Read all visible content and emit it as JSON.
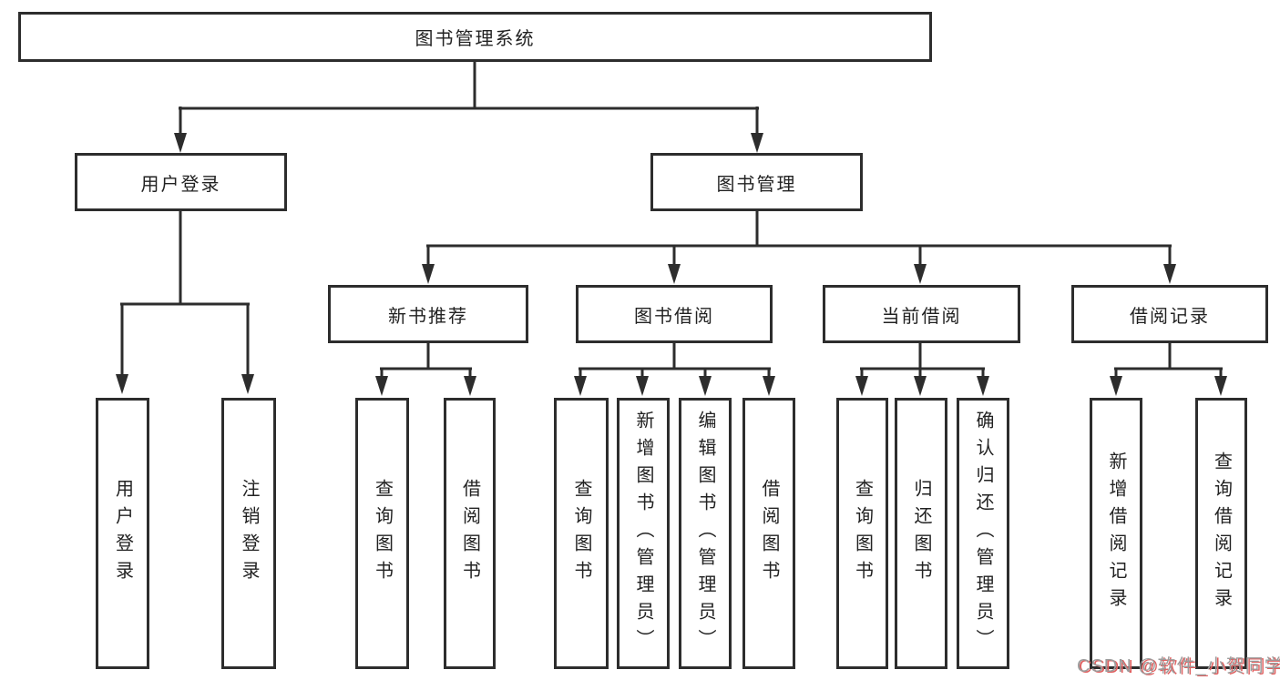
{
  "nodes": {
    "root": "图书管理系统",
    "level2": [
      "用户登录",
      "图书管理"
    ],
    "level3": [
      "新书推荐",
      "图书借阅",
      "当前借阅",
      "借阅记录"
    ],
    "leaves_user_login": [
      "用户登录",
      "注销登录"
    ],
    "leaves_new_book": [
      "查询图书",
      "借阅图书"
    ],
    "leaves_book_borrow": [
      "查询图书",
      "新增图书（管理员）",
      "编辑图书（管理员）",
      "借阅图书"
    ],
    "leaves_current_borrow": [
      "查询图书",
      "归还图书",
      "确认归还（管理员）"
    ],
    "leaves_borrow_record": [
      "新增借阅记录",
      "查询借阅记录"
    ]
  },
  "watermark": "CSDN @软件_小贺同学",
  "colors": {
    "line": "#2d2d2d",
    "text": "#222222",
    "background": "#ffffff",
    "watermark": "#9c9c9c",
    "watermark_shadow": "#e06060"
  }
}
